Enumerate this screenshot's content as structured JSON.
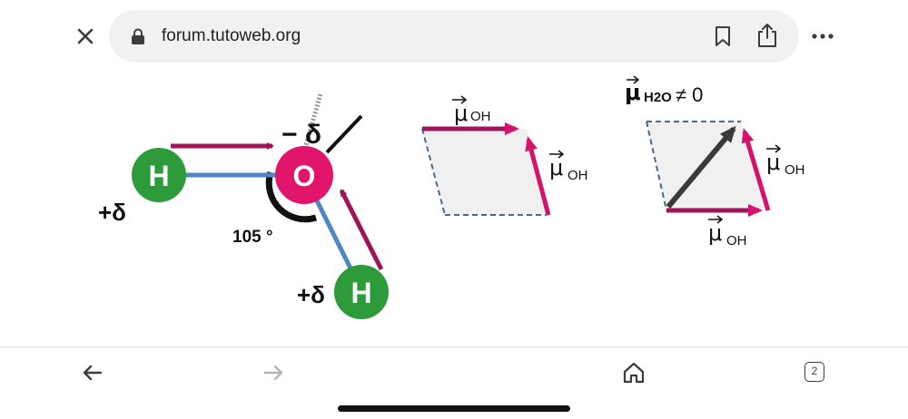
{
  "browser": {
    "url": "forum.tutoweb.org",
    "tab_count": "2",
    "icons": {
      "close": "close-icon",
      "lock": "lock-icon",
      "bookmark": "bookmark-icon",
      "share": "share-icon",
      "more": "more-icon",
      "back": "back-arrow-icon",
      "forward": "forward-arrow-icon",
      "home": "home-icon"
    }
  },
  "diagram": {
    "molecule": {
      "oxygen": "O",
      "hydrogen_left": "H",
      "hydrogen_right": "H",
      "charge_oxygen": "− δ",
      "charge_h_left": "+δ",
      "charge_h_right": "+δ",
      "angle": "105 °"
    },
    "parallelogram": {
      "mu_symbol": "μ",
      "top_label": "OH",
      "side_label": "OH"
    },
    "resultant": {
      "mu_symbol": "μ",
      "title_sub": "H2O",
      "title_rest": "≠ 0",
      "right_label": "OH",
      "bottom_label": "OH"
    },
    "colors": {
      "oxygen": "#e0156b",
      "hydrogen": "#2e9b3a",
      "bond": "#4f86c6",
      "arrow": "#a0145a",
      "arrow_bright": "#d4146c",
      "resultant": "#3a3a3a",
      "fill": "#f0f0f0",
      "dashed": "#4a6a8a"
    }
  }
}
